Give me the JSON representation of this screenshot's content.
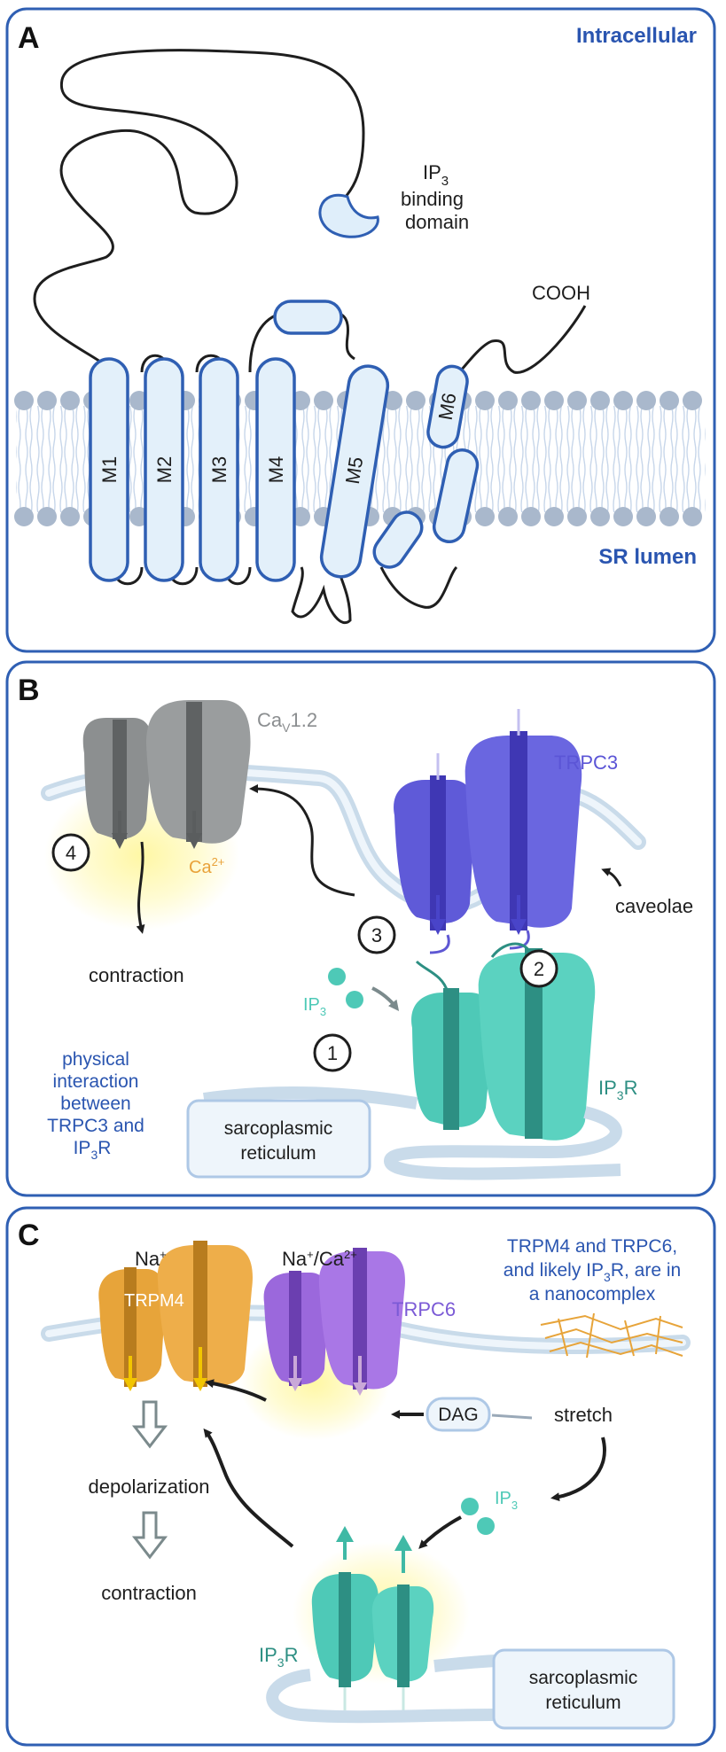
{
  "panelA": {
    "letter": "A",
    "intracellular": "Intracellular",
    "sr_lumen": "SR lumen",
    "ip3_binding_1": "IP",
    "ip3_binding_sub": "3",
    "ip3_binding_2": "binding",
    "ip3_binding_3": "domain",
    "cooh": "COOH",
    "segments": [
      "M1",
      "M2",
      "M3",
      "M4",
      "M5",
      "M6"
    ]
  },
  "panelB": {
    "letter": "B",
    "cav_label": "Ca",
    "cav_sub": "V",
    "cav_suffix": "1.2",
    "trpc3": "TRPC3",
    "ca_ion": "Ca",
    "ca_sup": "2+",
    "caveolae": "caveolae",
    "contraction": "contraction",
    "ip3": "IP",
    "ip3_sub": "3",
    "ip3r": "IP",
    "ip3r_sub": "3",
    "ip3r_suffix": "R",
    "physical_1": "physical",
    "physical_2": "interaction",
    "physical_3": "between",
    "physical_4": "TRPC3 and",
    "physical_5a": "IP",
    "physical_5sub": "3",
    "physical_5b": "R",
    "sr_1": "sarcoplasmic",
    "sr_2": "reticulum",
    "steps": [
      "1",
      "2",
      "3",
      "4"
    ]
  },
  "panelC": {
    "letter": "C",
    "na": "Na",
    "na_sup": "+",
    "naca_a": "Na",
    "naca_sup1": "+",
    "naca_b": "/Ca",
    "naca_sup2": "2+",
    "trpm4": "TRPM4",
    "trpc6": "TRPC6",
    "note_1": "TRPM4 and TRPC6,",
    "note_2a": "and likely IP",
    "note_2sub": "3",
    "note_2b": "R, are in",
    "note_3": "a nanocomplex",
    "dag": "DAG",
    "stretch": "stretch",
    "ip3": "IP",
    "ip3_sub": "3",
    "depolarization": "depolarization",
    "contraction": "contraction",
    "ip3r": "IP",
    "ip3r_sub": "3",
    "ip3r_suffix": "R",
    "sr_1": "sarcoplasmic",
    "sr_2": "reticulum"
  },
  "colors": {
    "frame": "#2f5fb3",
    "blue_text": "#2a55b0",
    "lipid": "#a9b8cc",
    "helix_fill": "#e3f0fa",
    "helix_stroke": "#2f5fb3",
    "cav": "#8c8f90",
    "trpc3": "#5b55d6",
    "ip3r": "#4ec9b7",
    "trpm4": "#e7a43a",
    "trpc6": "#a26de0",
    "glow": "#fff27a"
  }
}
